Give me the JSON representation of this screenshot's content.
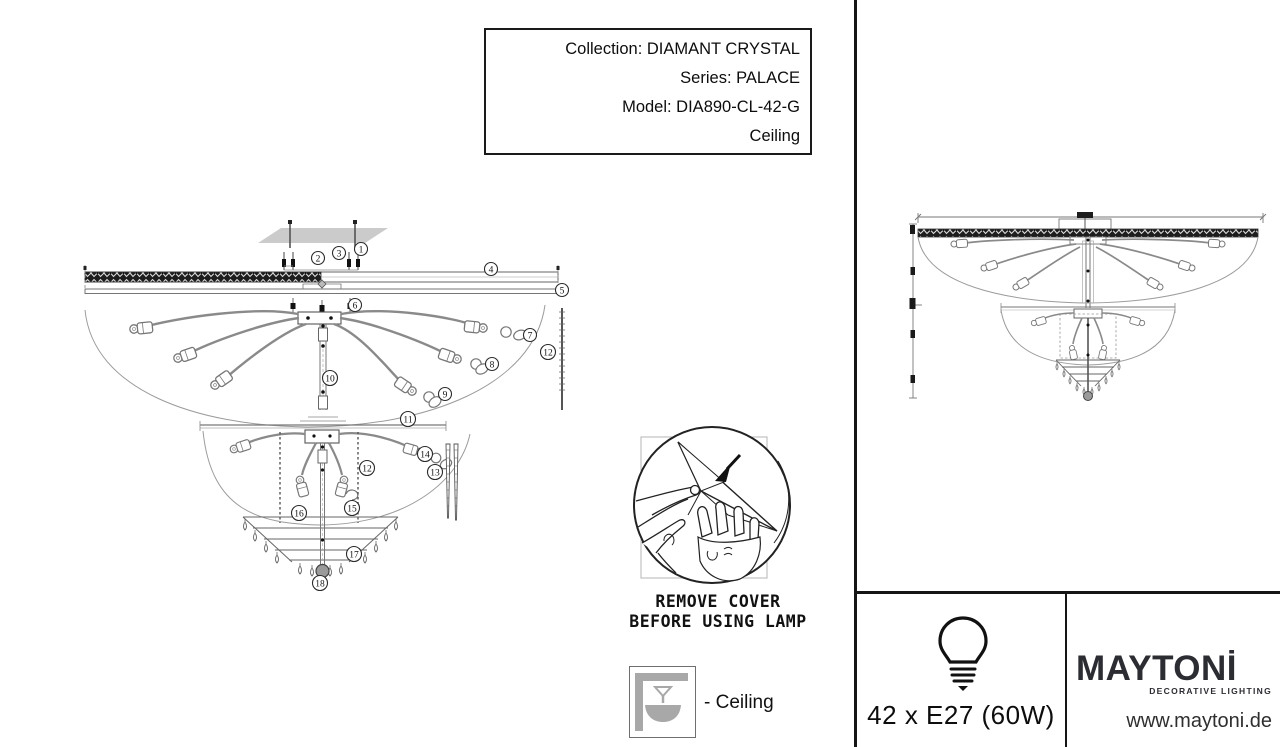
{
  "info_box": {
    "line1": "Collection: DIAMANT CRYSTAL",
    "line2": "Series: PALACE",
    "line3": "Model: DIA890-CL-42-G",
    "line4": "Ceiling"
  },
  "warning": {
    "line1": "REMOVE COVER",
    "line2": "BEFORE USING LAMP"
  },
  "mount": {
    "label": "- Ceiling"
  },
  "spec": {
    "lamps": "42 x E27 (60W)"
  },
  "brand": {
    "name": "MAYTONİ",
    "tagline": "DECORATIVE LIGHTING",
    "website": "www.maytoni.de"
  },
  "parts": [
    "1",
    "2",
    "3",
    "4",
    "5",
    "6",
    "7",
    "8",
    "9",
    "10",
    "11",
    "12",
    "13",
    "14",
    "15",
    "16",
    "17",
    "18"
  ],
  "colors": {
    "line_dark": "#151515",
    "icon_gray": "#a8a8a8",
    "diagram_gray": "#8a8a8a"
  }
}
